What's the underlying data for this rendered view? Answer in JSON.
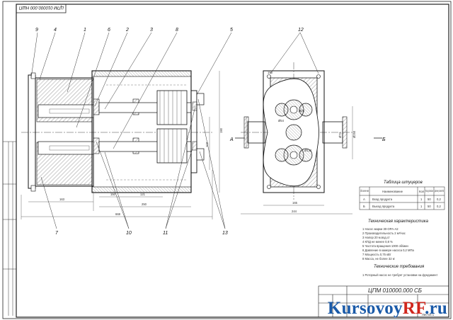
{
  "drawing": {
    "rotated_code": "ЦПМ 010000.000 НШП",
    "main_stamp": "ЦПМ 010000.000 СБ",
    "sheet_label": "Листов 1"
  },
  "callouts": [
    "9",
    "4",
    "1",
    "6",
    "2",
    "3",
    "8",
    "5",
    "12",
    "7",
    "10",
    "11",
    "13"
  ],
  "section_letters": {
    "left": "А",
    "right": "Б"
  },
  "dimensions": {
    "overall_length": "668",
    "left_part": "163",
    "shaft_a": "150",
    "shaft_b": "121",
    "shaft_c": "250",
    "height_main": "190",
    "height_small": "103",
    "end_width": "165",
    "end_total": "244",
    "flange_height": "190",
    "rotor_d1": "Ø48",
    "rotor_d2": "Ø54",
    "rotor_d3": "Ø130",
    "port_d": "Ø72",
    "casing_w": "Ø250"
  },
  "table": {
    "title": "Таблица штуцеров",
    "headers": [
      "Обо-значе-ние",
      "Наименование",
      "Кол",
      "Проход условный мм",
      "Давление условное МПа"
    ],
    "rows": [
      [
        "А",
        "Вход продукта",
        "1",
        "50",
        "0,2"
      ],
      [
        "Б",
        "Выход продукта",
        "1",
        "50",
        "0,2"
      ]
    ]
  },
  "tech_specs": {
    "title": "Техническая характеристика",
    "items": [
      "1 Насос марки          30-ОРА-А2",
      "2 Производительность      2 м³/час",
      "3 Напор                   20 м.вод.ст",
      "4 КПД не менее            0,8 %",
      "5 Частота вращения        1000 об/мин",
      "6 Давление в камере насоса  0,2 МПа",
      "7 Мощность                0,75 кВт",
      "8 Масса, не более         32 кг"
    ]
  },
  "requirements": {
    "title": "Технические требования",
    "items": [
      "1 Роторный насос не требует установки на фундамент"
    ]
  },
  "watermark": {
    "part1": "Kursovoy",
    "part2": "RF",
    "part3": ".ru"
  }
}
